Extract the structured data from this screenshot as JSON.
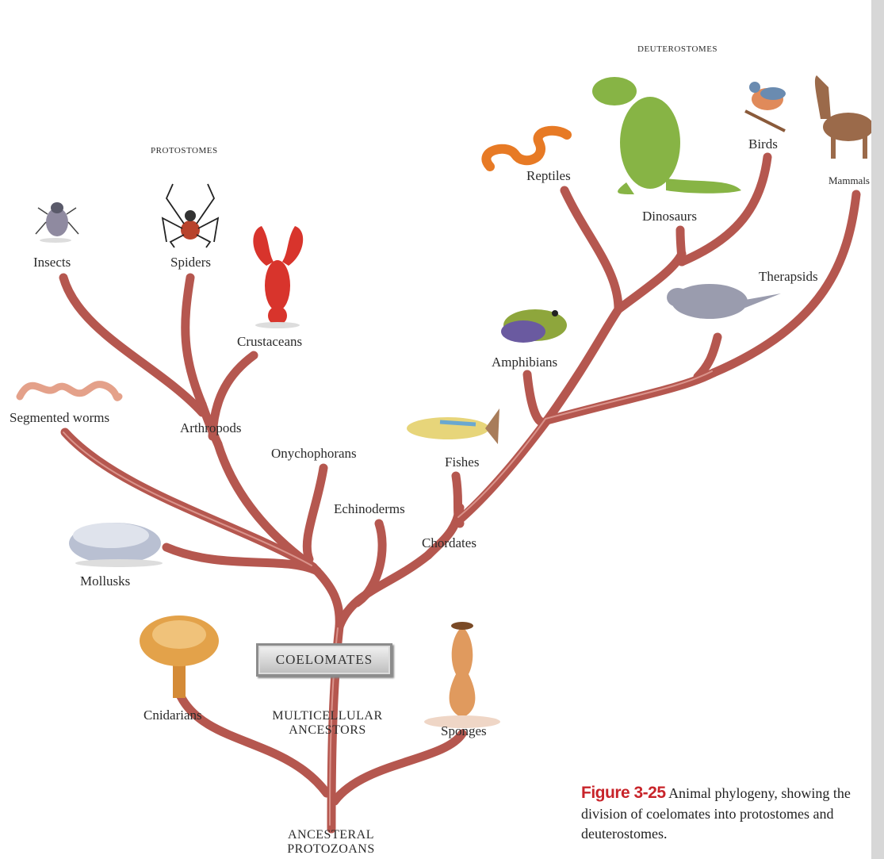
{
  "headings": {
    "protostomes": "PROTOSTOMES",
    "deuterostomes": "DEUTEROSTOMES"
  },
  "labels": {
    "insects": "Insects",
    "spiders": "Spiders",
    "crustaceans": "Crustaceans",
    "segmented_worms": "Segmented worms",
    "arthropods": "Arthropods",
    "onychophorans": "Onychophorans",
    "echinoderms": "Echinoderms",
    "mollusks": "Mollusks",
    "chordates": "Chordates",
    "fishes": "Fishes",
    "amphibians": "Amphibians",
    "reptiles": "Reptiles",
    "dinosaurs": "Dinosaurs",
    "birds": "Birds",
    "mammals": "Mammals",
    "therapsids": "Therapsids",
    "cnidarians": "Cnidarians",
    "sponges": "Sponges",
    "coelomates": "COELOMATES",
    "multicellular_line1": "MULTICELLULAR",
    "multicellular_line2": "ANCESTORS",
    "ancesteral_line1": "ANCESTERAL",
    "ancesteral_line2": "PROTOZOANS"
  },
  "caption": {
    "figure_number": "Figure 3-25",
    "text": "Animal phylogeny, showing the division of coelomates into protostomes and deuterostomes."
  },
  "colors": {
    "branch": "#b5574f",
    "branch_highlight": "#e3a39a",
    "figure_red": "#c8242a"
  }
}
